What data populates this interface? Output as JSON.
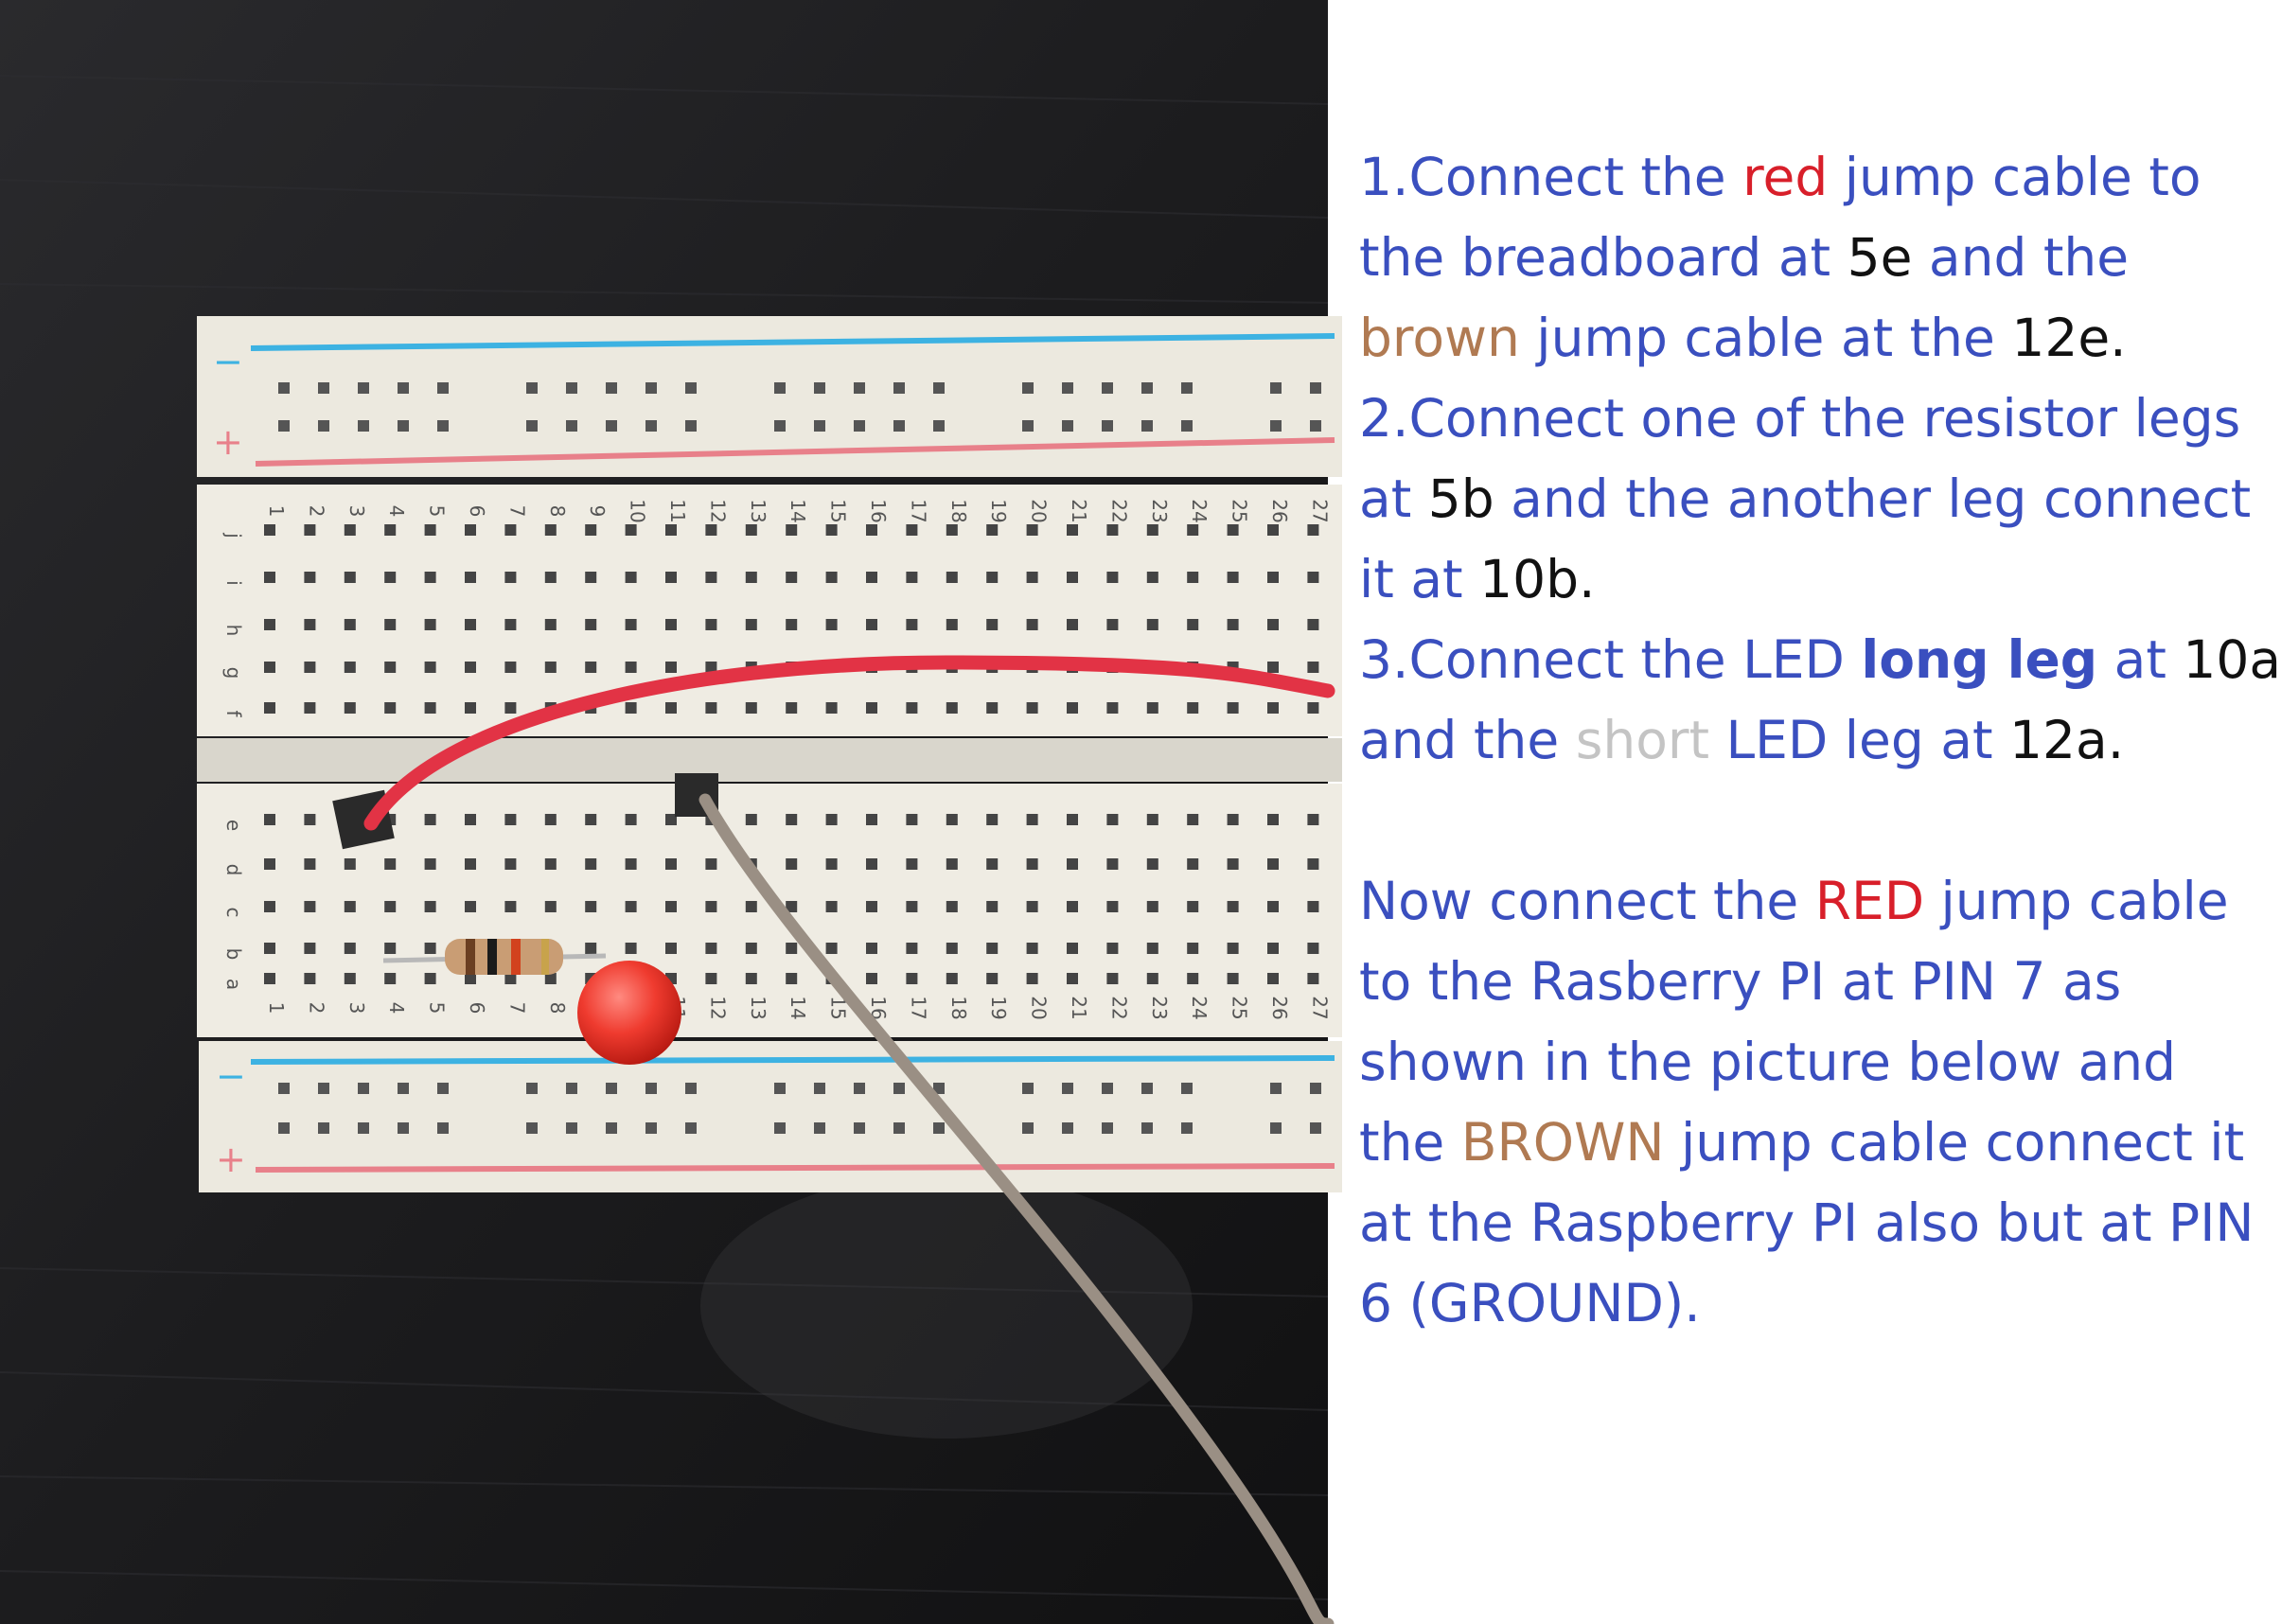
{
  "colors": {
    "instruction_text": "#3a4fbf",
    "red": "#d81f2a",
    "brown": "#b07a52",
    "black": "#111111",
    "short_gray": "#c4c4c4",
    "background": "#ffffff",
    "table": "#1e1e20",
    "breadboard": "#efece3",
    "rail_blue": "#3db2e2",
    "rail_red": "#e8808a",
    "wire_red": "#e23345",
    "wire_brown": "#9a8f84"
  },
  "breadboard": {
    "rail_minus": "−",
    "rail_plus": "+",
    "column_numbers": [
      "1",
      "2",
      "3",
      "4",
      "5",
      "6",
      "7",
      "8",
      "9",
      "10",
      "11",
      "12",
      "13",
      "14",
      "15",
      "16",
      "17",
      "18",
      "19",
      "20",
      "21",
      "22",
      "23",
      "24",
      "25",
      "26",
      "27"
    ],
    "top_row_letters": [
      "j",
      "i",
      "h",
      "g",
      "f"
    ],
    "bottom_row_letters": [
      "e",
      "d",
      "c",
      "b",
      "a"
    ]
  },
  "instructions": {
    "step1": {
      "a": "1.Connect the ",
      "red": "red",
      "b": " jump cable to",
      "c": "the breadboard at ",
      "pos1": "5e",
      "d": " and the",
      "brown": "brown",
      "e": " jump cable at the ",
      "pos2": "12e."
    },
    "step2": {
      "a": "2.Connect one of the resistor legs",
      "b": "at ",
      "pos1": "5b",
      "c": " and the another leg connect",
      "d": "it at ",
      "pos2": "10b."
    },
    "step3": {
      "a": "3.Connect the LED ",
      "long_leg": "long leg",
      "b": " at ",
      "pos1": "10a",
      "c": "and the ",
      "short": "short",
      "d": " LED leg at ",
      "pos2": "12a."
    },
    "final": {
      "a": "Now connect the ",
      "red": "RED",
      "b": " jump cable",
      "c": "to the Rasberry PI at PIN 7 as",
      "d": "shown in the picture below and",
      "e": "the ",
      "brown": "BROWN",
      "f": " jump cable connect it",
      "g": "at the Raspberry PI also but at PIN",
      "h": "6 (GROUND)."
    }
  }
}
